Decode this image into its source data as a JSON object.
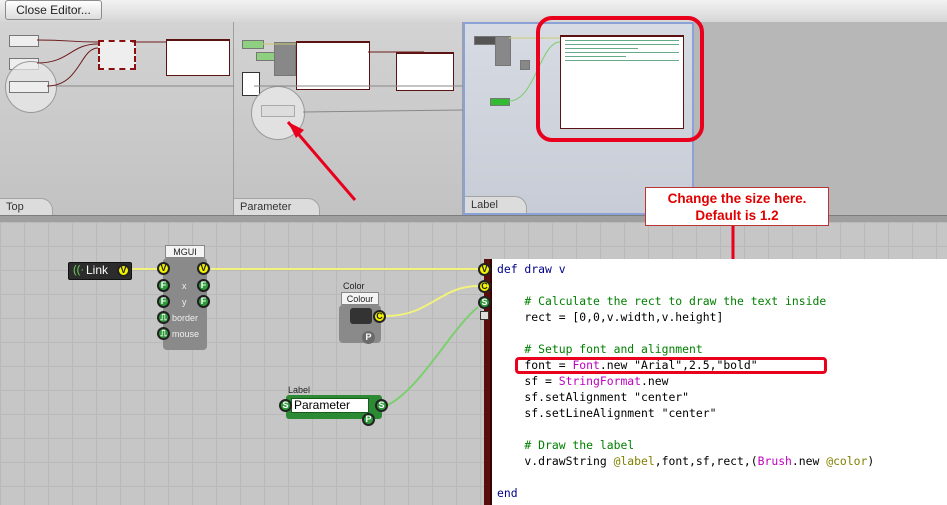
{
  "toolbar": {
    "close_label": "Close Editor..."
  },
  "panels": [
    {
      "tab": "Top"
    },
    {
      "tab": "Parameter"
    },
    {
      "tab": "Label"
    }
  ],
  "nodes": {
    "link": {
      "label": "Link",
      "port": "V"
    },
    "mgui": {
      "title": "MGUI",
      "in_port": "V",
      "out_port": "V",
      "rows": [
        {
          "in": "F",
          "name": "x",
          "out": "F"
        },
        {
          "in": "F",
          "name": "y",
          "out": "F"
        },
        {
          "in": "⎍",
          "name": "border",
          "out": ""
        },
        {
          "in": "⎍",
          "name": "mouse",
          "out": ""
        }
      ]
    },
    "colour": {
      "caption": "Color",
      "title": "Colour",
      "port": "C",
      "bottom": "P"
    },
    "label": {
      "caption": "Label",
      "value": "Parameter",
      "in_port": "S",
      "out_port": "S",
      "bottom": "P"
    },
    "editor_ports": [
      "V",
      "C",
      "S"
    ]
  },
  "code": {
    "lines": [
      [
        {
          "t": "def draw v",
          "c": "kw"
        }
      ],
      [],
      [
        {
          "t": "    # Calculate the rect to draw the text inside",
          "c": "cm"
        }
      ],
      [
        {
          "t": "    rect = [0,0,v.width,v.height]",
          "c": ""
        }
      ],
      [],
      [
        {
          "t": "    # Setup font and alignment",
          "c": "cm"
        }
      ],
      [
        {
          "t": "    font = ",
          "c": ""
        },
        {
          "t": "Font",
          "c": "cl"
        },
        {
          "t": ".new \"Arial\",2.5,\"bold\"",
          "c": ""
        }
      ],
      [
        {
          "t": "    sf = ",
          "c": ""
        },
        {
          "t": "StringFormat",
          "c": "cl"
        },
        {
          "t": ".new",
          "c": ""
        }
      ],
      [
        {
          "t": "    sf.setAlignment \"center\"",
          "c": ""
        }
      ],
      [
        {
          "t": "    sf.setLineAlignment \"center\"",
          "c": ""
        }
      ],
      [],
      [
        {
          "t": "    # Draw the label",
          "c": "cm"
        }
      ],
      [
        {
          "t": "    v.drawString ",
          "c": ""
        },
        {
          "t": "@label",
          "c": "iv"
        },
        {
          "t": ",font,sf,rect,(",
          "c": ""
        },
        {
          "t": "Brush",
          "c": "cl"
        },
        {
          "t": ".new ",
          "c": ""
        },
        {
          "t": "@color",
          "c": "iv"
        },
        {
          "t": ")",
          "c": ""
        }
      ],
      [],
      [
        {
          "t": "end",
          "c": "kw"
        }
      ]
    ]
  },
  "annotation": {
    "line1": "Change the size here.",
    "line2": "Default is 1.2"
  },
  "colors": {
    "highlight": "#e8001c",
    "editor_frame": "#5b0d0d",
    "wire_yellow": "#f3f27a",
    "wire_green": "#7ccf6e"
  }
}
